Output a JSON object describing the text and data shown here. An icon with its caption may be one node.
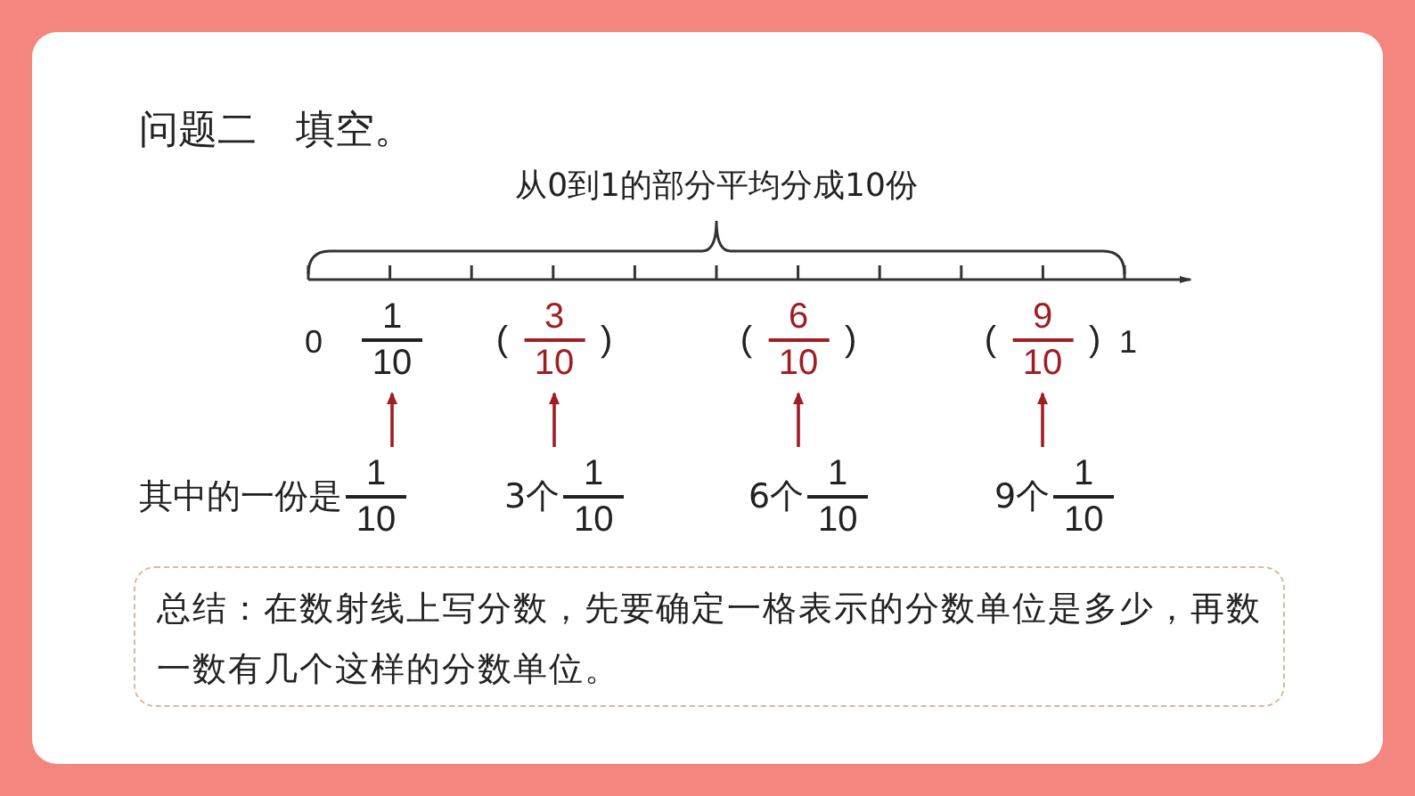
{
  "diagram": {
    "title": "问题二　填空。",
    "nodes": [
      {
        "text": [
          "1",
          "10"
        ]
      },
      {
        "text": [
          "(",
          "3",
          "10",
          ")"
        ]
      },
      {
        "text": [
          "(",
          "6",
          "10",
          ")"
        ]
      },
      {
        "text": [
          "(",
          "9",
          "10",
          ")"
        ]
      },
      {
        "text": [
          "其中的一份是",
          "1",
          "10"
        ]
      },
      {
        "text": [
          "3个",
          "1",
          "10"
        ]
      },
      {
        "text": [
          "6个",
          "1",
          "10"
        ]
      },
      {
        "text": [
          "9个",
          "1",
          "10"
        ]
      },
      {
        "text": [
          "总结：在数射线上写分数，先要确定一格表示的分数单位是多少，再数一数有几个这样的分数单位。"
        ]
      }
    ],
    "edges": [
      {
        "from": 4,
        "to": 0,
        "arrow": "to"
      },
      {
        "from": 5,
        "to": 1,
        "arrow": "to"
      },
      {
        "from": 6,
        "to": 2,
        "arrow": "to"
      },
      {
        "from": 7,
        "to": 3,
        "arrow": "to"
      }
    ],
    "labels": [
      "从0到1的部分平均分成10份",
      "0",
      "1"
    ]
  }
}
